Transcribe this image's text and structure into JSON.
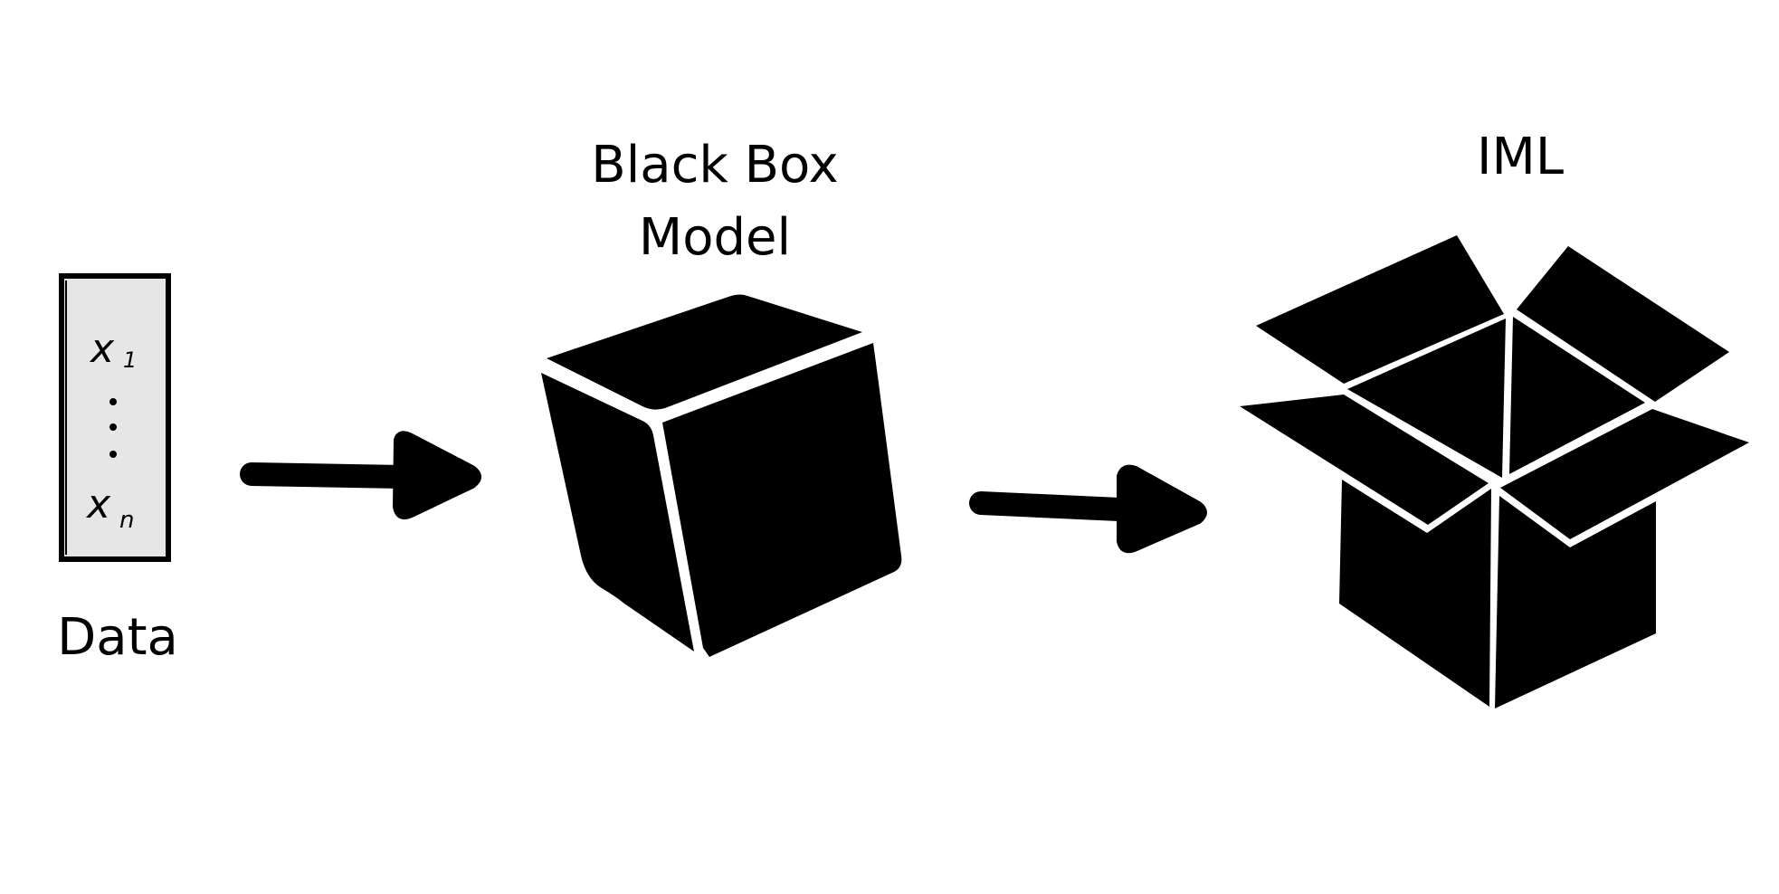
{
  "labels": {
    "data": "Data",
    "black_box_line1": "Black Box",
    "black_box_line2": "Model",
    "iml": "IML"
  },
  "data_card": {
    "first_item": "x",
    "first_subscript": "1",
    "last_item": "x",
    "last_subscript": "n"
  },
  "colors": {
    "fill": "#000000",
    "card_background": "#e6e6e6",
    "background": "#ffffff"
  },
  "icons": [
    "data-vector-icon",
    "arrow-right-icon",
    "closed-box-icon",
    "arrow-right-icon",
    "open-box-icon"
  ]
}
